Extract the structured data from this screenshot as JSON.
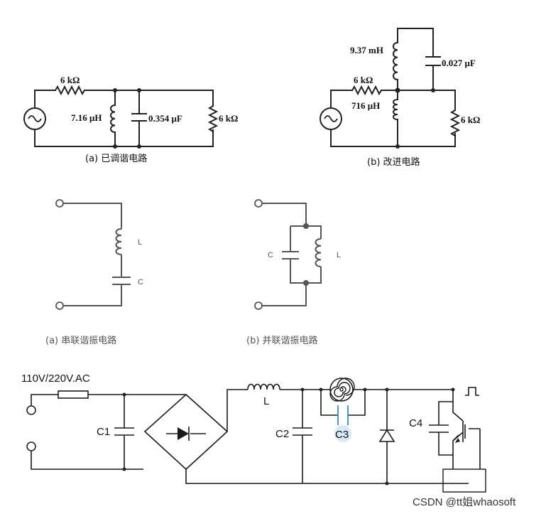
{
  "fig_a": {
    "r_series": "6 kΩ",
    "inductor": "7.16 μH",
    "capacitor": "0.354 μF",
    "r_load": "6 kΩ",
    "caption": "(a) 已调谐电路"
  },
  "fig_b": {
    "inductor_top": "9.37 mH",
    "capacitor": "0.027 μF",
    "r_series": "6 kΩ",
    "inductor_bottom": "716 μH",
    "r_load": "6 kΩ",
    "caption": "(b) 改进电路"
  },
  "series_resonance": {
    "inductor_label": "L",
    "capacitor_label": "C",
    "caption": "(a) 串联谐振电路"
  },
  "parallel_resonance": {
    "capacitor_label": "C",
    "inductor_label": "L",
    "caption": "(b) 并联谐振电路"
  },
  "power_circuit": {
    "input_label": "110V/220V.AC",
    "c1": "C1",
    "inductor": "L",
    "c2": "C2",
    "c3": "C3",
    "c4": "C4",
    "c3_color": "#3a8fc0"
  },
  "watermark": "CSDN @tt姐whaosoft"
}
